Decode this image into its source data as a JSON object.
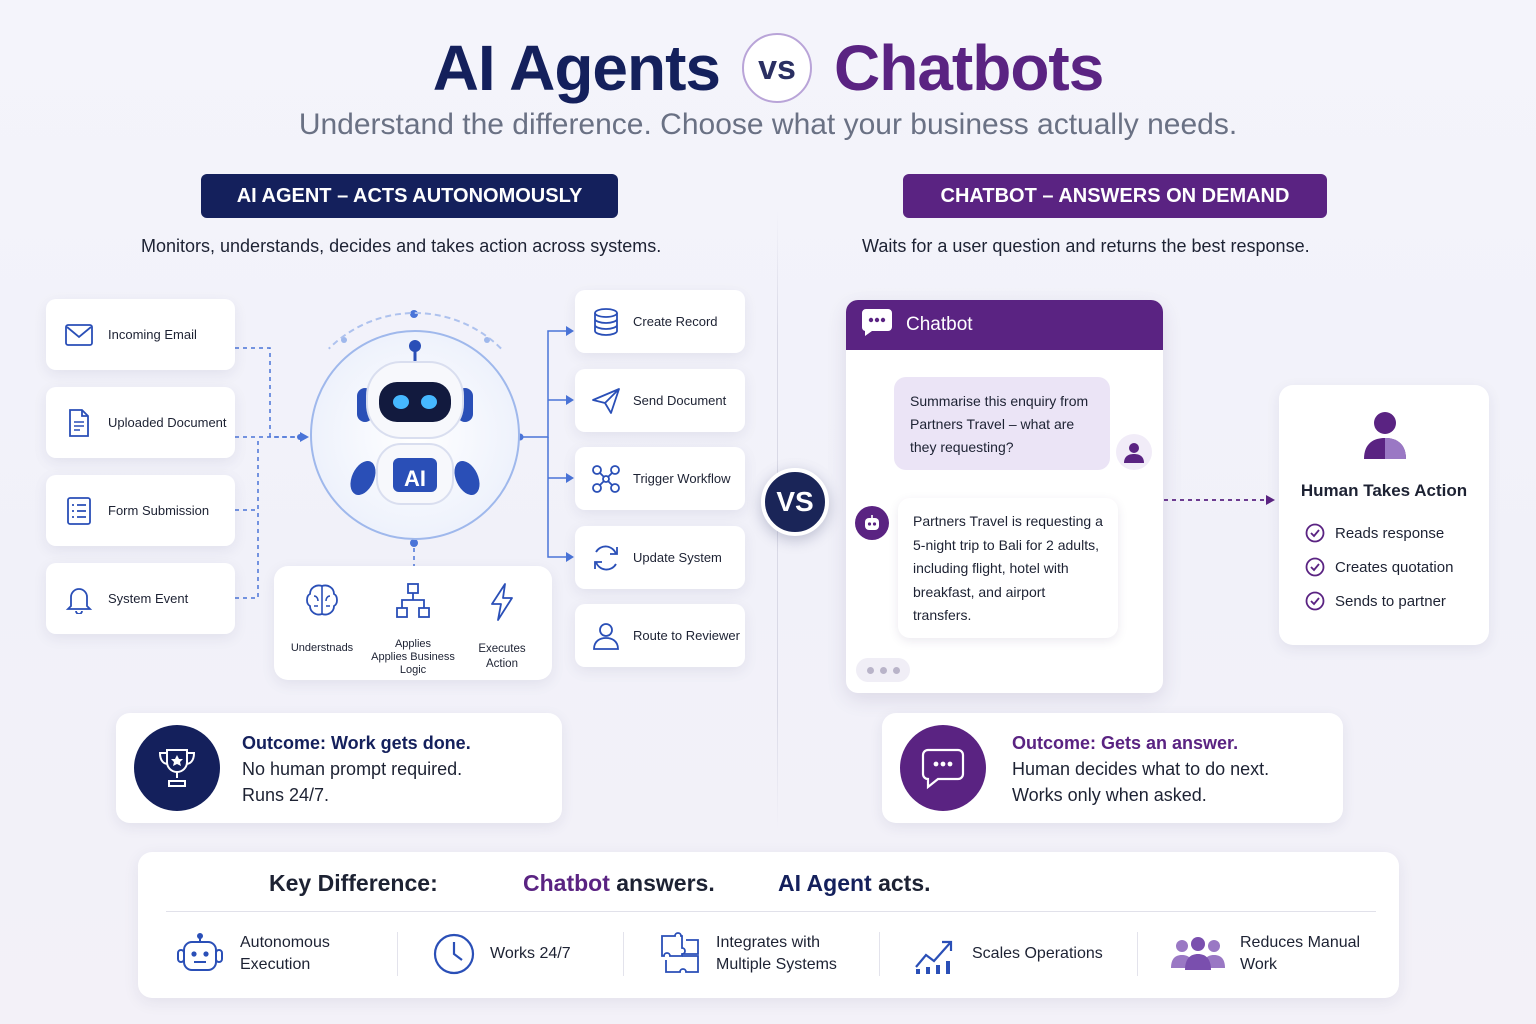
{
  "header": {
    "title_left": "AI Agents",
    "vs": "vs",
    "title_right": "Chatbots",
    "subtitle": "Understand the difference. Choose what your business actually needs."
  },
  "agent": {
    "heading": "AI AGENT – ACTS AUTONOMOUSLY",
    "description": "Monitors, understands, decides and takes action across systems.",
    "triggers": [
      {
        "label": "Incoming Email",
        "icon": "mail-icon"
      },
      {
        "label": "Uploaded Document",
        "icon": "document-icon"
      },
      {
        "label": "Form Submission",
        "icon": "form-icon"
      },
      {
        "label": "System Event",
        "icon": "bell-icon"
      }
    ],
    "robot_badge": "AI",
    "steps": [
      {
        "label": "Understnads",
        "icon": "brain-icon"
      },
      {
        "label": "Applies\nApplies Business\nLogic",
        "icon": "hierarchy-icon"
      },
      {
        "label": "Executes\nAction",
        "icon": "lightning-icon"
      }
    ],
    "actions": [
      {
        "label": "Create Record",
        "icon": "database-icon"
      },
      {
        "label": "Send Document",
        "icon": "send-icon"
      },
      {
        "label": "Trigger Workflow",
        "icon": "workflow-icon"
      },
      {
        "label": "Update System",
        "icon": "refresh-icon"
      },
      {
        "label": "Route to Reviewer",
        "icon": "user-icon"
      }
    ],
    "outcome": {
      "title": "Outcome: Work gets done.",
      "line1": "No human prompt required.",
      "line2": "Runs 24/7."
    }
  },
  "center_vs": "VS",
  "chatbot": {
    "heading": "CHATBOT – ANSWERS ON DEMAND",
    "description": "Waits for a user question and returns the best response.",
    "window_title": "Chatbot",
    "user_message": "Summarise this enquiry from Partners Travel – what are they requesting?",
    "bot_message": "Partners Travel is requesting a 5-night trip to Bali for 2 adults, including flight, hotel with breakfast, and airport transfers.",
    "human": {
      "title": "Human Takes Action",
      "items": [
        "Reads response",
        "Creates quotation",
        "Sends to partner"
      ]
    },
    "outcome": {
      "title": "Outcome: Gets an answer.",
      "line1": "Human decides what to do next.",
      "line2": "Works only when asked."
    }
  },
  "key_difference": {
    "label": "Key Difference:",
    "chatbot_word": "Chatbot",
    "chatbot_rest": " answers.",
    "agent_word": "AI Agent",
    "agent_rest": " acts.",
    "features": [
      {
        "label": "Autonomous\nExecution",
        "icon": "robot-icon"
      },
      {
        "label": "Works 24/7",
        "icon": "clock-icon"
      },
      {
        "label": "Integrates with\nMultiple Systems",
        "icon": "puzzle-icon"
      },
      {
        "label": "Scales Operations",
        "icon": "growth-icon"
      },
      {
        "label": "Reduces Manual\nWork",
        "icon": "team-icon"
      }
    ]
  },
  "colors": {
    "agent_navy": "#14205c",
    "chatbot_purple": "#5a2382",
    "accent_blue": "#3a67d6"
  }
}
